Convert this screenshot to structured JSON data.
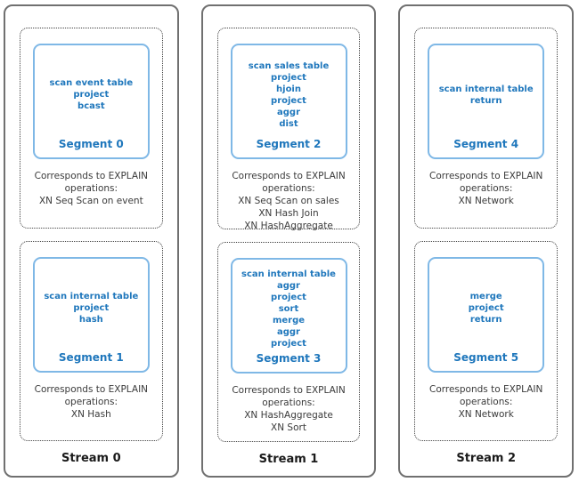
{
  "colors": {
    "accent_blue": "#1f77bc",
    "segment_border_blue": "#7fb8e6",
    "stream_border_gray": "#707070",
    "dashed_border_gray": "#404040",
    "text_dark": "#3b3b3b",
    "label_dark": "#1a1a1a"
  },
  "streams": [
    {
      "label": "Stream 0",
      "segments": [
        {
          "operations": [
            "scan event table",
            "project",
            "bcast"
          ],
          "name": "Segment 0",
          "explain_heading": "Corresponds to EXPLAIN\noperations:",
          "explain_operations": [
            "XN Seq Scan on event"
          ]
        },
        {
          "operations": [
            "scan internal table",
            "project",
            "hash"
          ],
          "name": "Segment 1",
          "explain_heading": "Corresponds to EXPLAIN\noperations:",
          "explain_operations": [
            "XN Hash"
          ]
        }
      ]
    },
    {
      "label": "Stream 1",
      "segments": [
        {
          "operations": [
            "scan sales table",
            "project",
            "hjoin",
            "project",
            "aggr",
            "dist"
          ],
          "name": "Segment 2",
          "explain_heading": "Corresponds to EXPLAIN\noperations:",
          "explain_operations": [
            "XN Seq Scan on sales",
            "XN Hash Join",
            "XN HashAggregate"
          ]
        },
        {
          "operations": [
            "scan internal table",
            "aggr",
            "project",
            "sort",
            "merge",
            "aggr",
            "project"
          ],
          "name": "Segment 3",
          "explain_heading": "Corresponds to EXPLAIN\noperations:",
          "explain_operations": [
            "XN HashAggregate",
            "XN Sort"
          ]
        }
      ]
    },
    {
      "label": "Stream 2",
      "segments": [
        {
          "operations": [
            "scan internal table",
            "return"
          ],
          "name": "Segment 4",
          "explain_heading": "Corresponds to EXPLAIN\noperations:",
          "explain_operations": [
            "XN Network"
          ]
        },
        {
          "operations": [
            "merge",
            "project",
            "return"
          ],
          "name": "Segment 5",
          "explain_heading": "Corresponds to EXPLAIN\noperations:",
          "explain_operations": [
            "XN Network"
          ]
        }
      ]
    }
  ]
}
